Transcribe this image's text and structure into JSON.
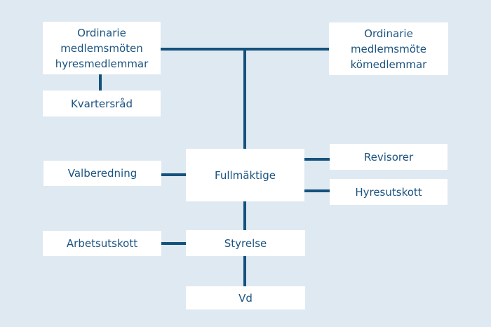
{
  "colors": {
    "background": "#dfe9f1",
    "box_fill": "#ffffff",
    "text": "#1b5380",
    "connector": "#14517c"
  },
  "org_chart": {
    "nodes": {
      "hyresmedlemmar": {
        "label": "Ordinarie\nmedlemsmöten\nhyresmedlemmar"
      },
      "komedlemmar": {
        "label": "Ordinarie\nmedlemsmöte\nkömedlemmar"
      },
      "kvartersrad": {
        "label": "Kvartersråd"
      },
      "valberedning": {
        "label": "Valberedning"
      },
      "fullmaktige": {
        "label": "Fullmäktige"
      },
      "revisorer": {
        "label": "Revisorer"
      },
      "hyresutskott": {
        "label": "Hyresutskott"
      },
      "arbetsutskott": {
        "label": "Arbetsutskott"
      },
      "styrelse": {
        "label": "Styrelse"
      },
      "vd": {
        "label": "Vd"
      }
    }
  }
}
